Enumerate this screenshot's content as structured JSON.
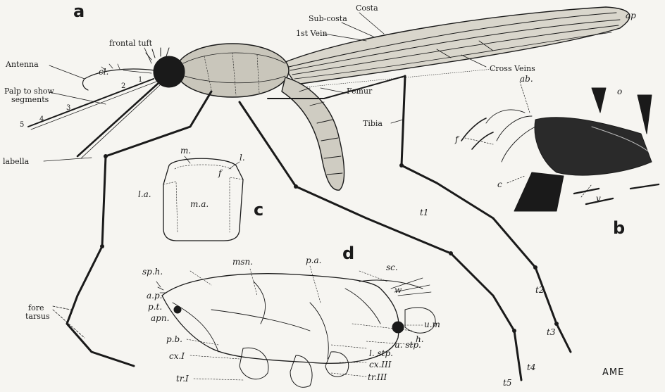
{
  "panels": {
    "a": "a",
    "b": "b",
    "c": "c",
    "d": "d"
  },
  "labels_a": {
    "costa": "Costa",
    "subcosta": "Sub-costa",
    "first_vein": "1st Vein",
    "ap": "ap",
    "frontal_tuft": "frontal tuft",
    "antenna": "Antenna",
    "cl": "cl.",
    "palp": "Palp to show",
    "palp2": "segments",
    "labella": "labella",
    "cross_veins": "Cross Veins",
    "femur": "Femur",
    "tibia": "Tibia",
    "fore_tarsus": "fore",
    "fore_tarsus2": "tarsus",
    "t1": "t1",
    "t2": "t2",
    "t3": "t3",
    "t4": "t4",
    "t5": "t5",
    "n1": "1",
    "n2": "2",
    "n3": "3",
    "n4": "4",
    "n5": "5"
  },
  "labels_b": {
    "ab": "ab.",
    "o": "o",
    "f": "f",
    "c": "c",
    "v": "v"
  },
  "labels_c": {
    "m": "m.",
    "l": "l.",
    "f": "f",
    "la": "l.a.",
    "ma": "m.a."
  },
  "labels_d": {
    "msn": "msn.",
    "pa": "p.a.",
    "sc": "sc.",
    "sph": "sp.h.",
    "w": "w",
    "ap": "a.p.",
    "pt": "p.t.",
    "apn": "apn.",
    "um": "u.m",
    "h": "h.",
    "ustp": "u. stp.",
    "pb": "p.b.",
    "lstp": "l. stp.",
    "cx1": "cx.I",
    "cx3": "cx.III",
    "tr1": "tr.I",
    "tr3": "tr.III"
  },
  "signature": "AME",
  "colors": {
    "ink": "#1a1a1a",
    "paper": "#f6f5f1"
  }
}
